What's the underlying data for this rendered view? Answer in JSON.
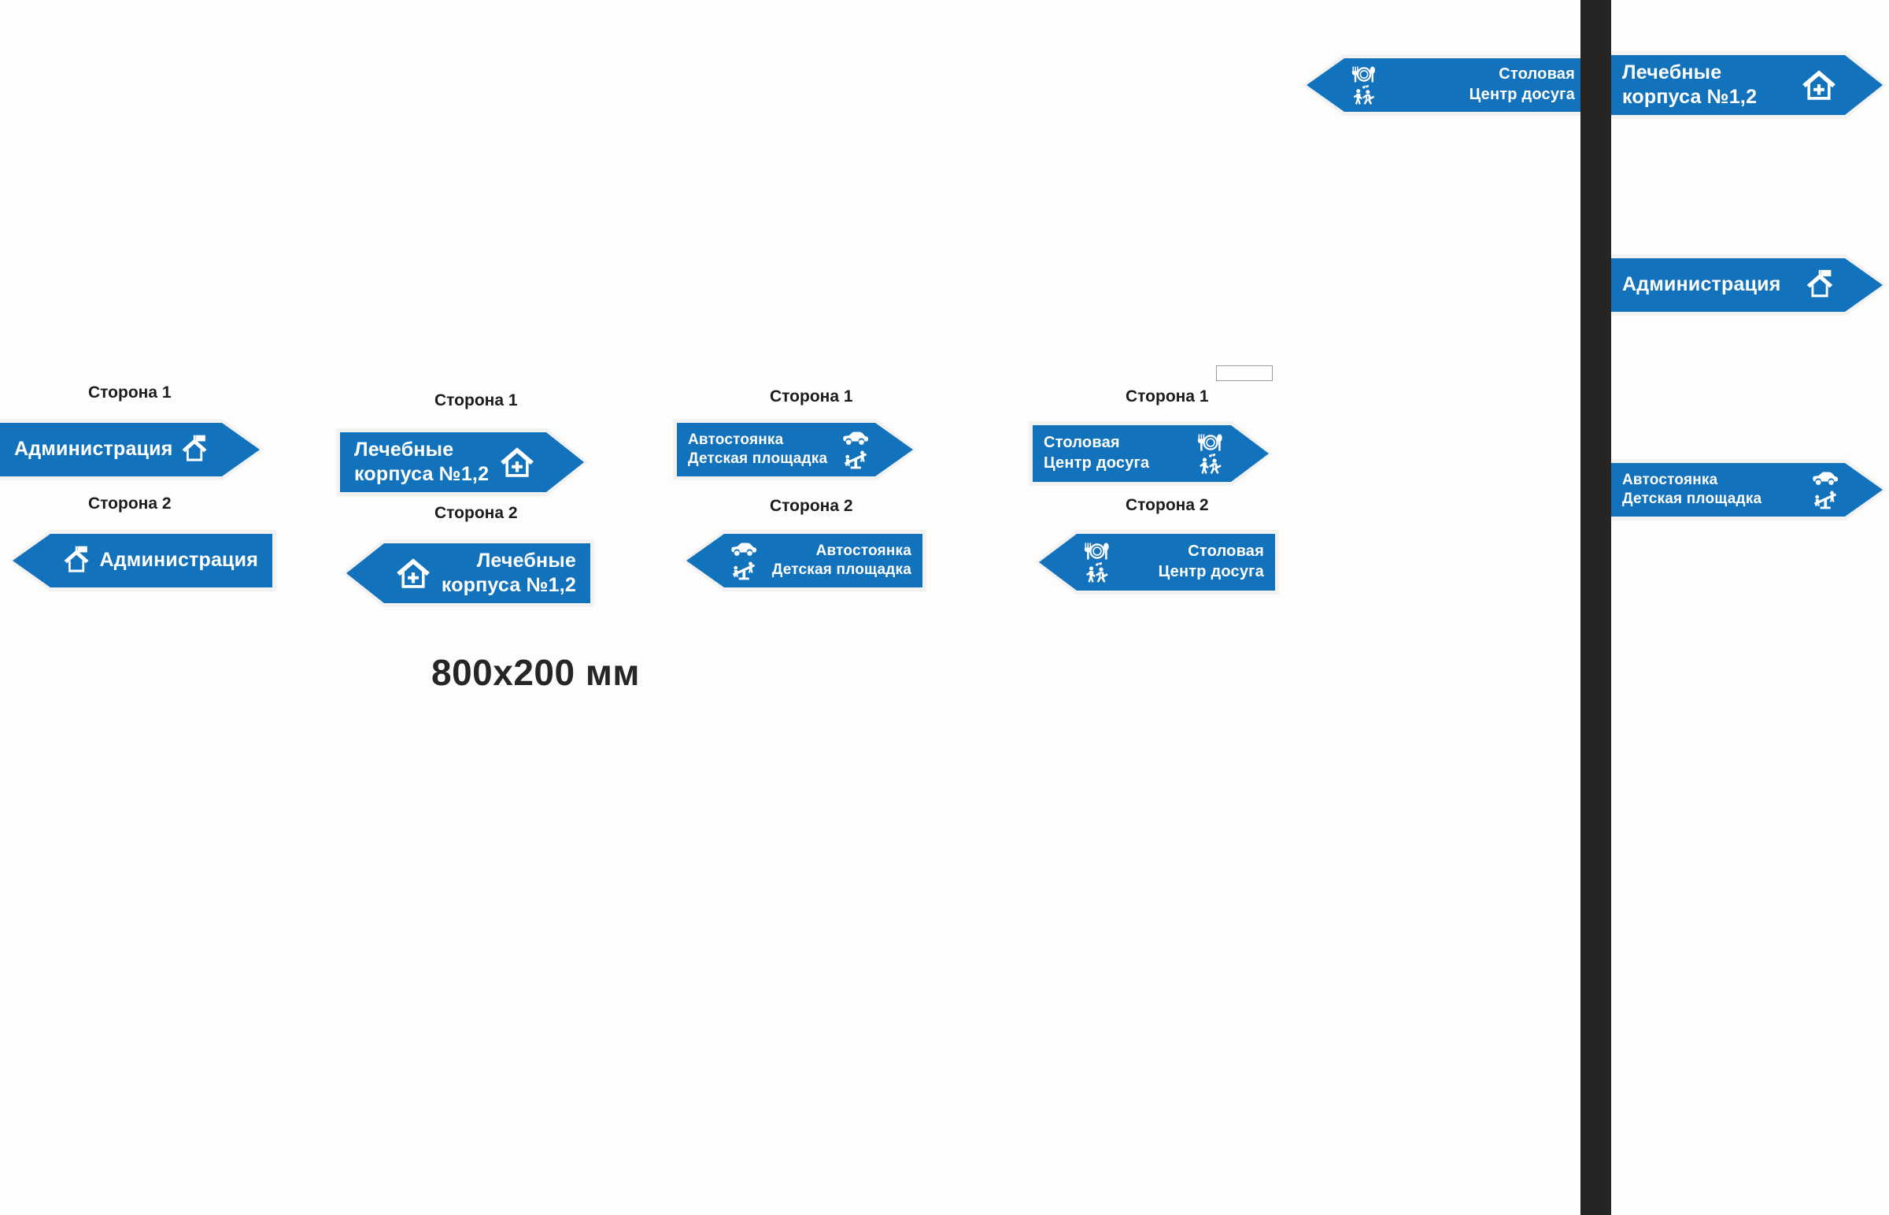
{
  "page": {
    "background": "#fdfdfc",
    "sign_blue": "#1272bc",
    "sign_rim": "#f2f2f2",
    "text_color": "#ffffff",
    "post_color": "#262524",
    "dimension_label": "800x200 мм"
  },
  "labels": {
    "side1": "Сторона 1",
    "side2": "Сторона 2"
  },
  "sign_groups": [
    {
      "id": "administration",
      "side1": {
        "direction": "right",
        "lines": [
          "Администрация"
        ],
        "icons": [
          "house-flag-icon"
        ]
      },
      "side2": {
        "direction": "left",
        "lines": [
          "Администрация"
        ],
        "icons": [
          "house-flag-icon"
        ]
      }
    },
    {
      "id": "medical-buildings",
      "side1": {
        "direction": "right",
        "lines": [
          "Лечебные",
          "корпуса №1,2"
        ],
        "icons": [
          "house-medical-icon"
        ]
      },
      "side2": {
        "direction": "left",
        "lines": [
          "Лечебные",
          "корпуса №1,2"
        ],
        "icons": [
          "house-medical-icon"
        ]
      }
    },
    {
      "id": "parking-playground",
      "side1": {
        "direction": "right",
        "lines": [
          "Автостоянка",
          "Детская площадка"
        ],
        "icons": [
          "car-icon",
          "seesaw-icon"
        ]
      },
      "side2": {
        "direction": "left",
        "lines": [
          "Автостоянка",
          "Детская площадка"
        ],
        "icons": [
          "car-icon",
          "seesaw-icon"
        ]
      }
    },
    {
      "id": "canteen-leisure",
      "side1": {
        "direction": "right",
        "lines": [
          "Столовая",
          "Центр досуга"
        ],
        "icons": [
          "cutlery-icon",
          "dancers-icon"
        ]
      },
      "side2": {
        "direction": "left",
        "lines": [
          "Столовая",
          "Центр досуга"
        ],
        "icons": [
          "cutlery-icon",
          "dancers-icon"
        ]
      }
    }
  ],
  "mounted_post": {
    "signs": [
      {
        "id": "post-canteen-left",
        "direction": "left",
        "lines": [
          "Столовая",
          "Центр досуга"
        ],
        "icons": [
          "cutlery-icon",
          "dancers-icon"
        ]
      },
      {
        "id": "post-medical-right",
        "direction": "right",
        "lines": [
          "Лечебные",
          "корпуса №1,2"
        ],
        "icons": [
          "house-medical-icon"
        ]
      },
      {
        "id": "post-administration-right",
        "direction": "right",
        "lines": [
          "Администрация"
        ],
        "icons": [
          "house-flag-icon"
        ]
      },
      {
        "id": "post-parking-right",
        "direction": "right",
        "lines": [
          "Автостоянка",
          "Детская площадка"
        ],
        "icons": [
          "car-icon",
          "seesaw-icon"
        ]
      }
    ]
  }
}
